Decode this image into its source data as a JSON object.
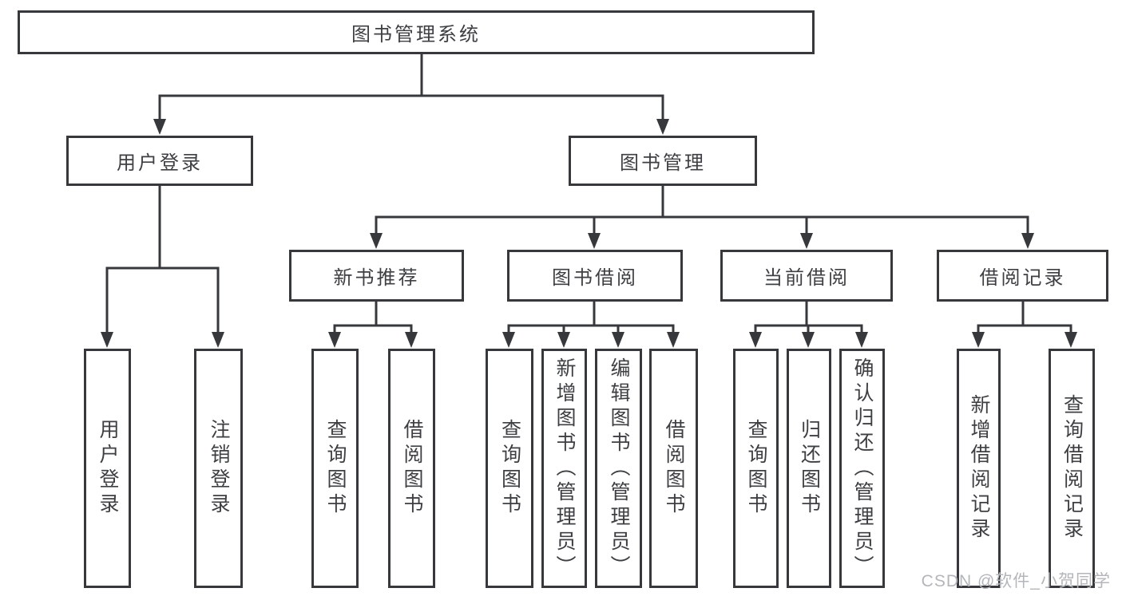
{
  "diagram": {
    "root": {
      "label": "图书管理系统"
    },
    "branches": [
      {
        "label": "用户登录",
        "children": [
          {
            "label": "用户登录"
          },
          {
            "label": "注销登录"
          }
        ]
      },
      {
        "label": "图书管理",
        "children": [
          {
            "label": "新书推荐",
            "children": [
              {
                "label": "查询图书"
              },
              {
                "label": "借阅图书"
              }
            ]
          },
          {
            "label": "图书借阅",
            "children": [
              {
                "label": "查询图书"
              },
              {
                "label": "新增图书（管理员）"
              },
              {
                "label": "编辑图书（管理员）"
              },
              {
                "label": "借阅图书"
              }
            ]
          },
          {
            "label": "当前借阅",
            "children": [
              {
                "label": "查询图书"
              },
              {
                "label": "归还图书"
              },
              {
                "label": "确认归还（管理员）"
              }
            ]
          },
          {
            "label": "借阅记录",
            "children": [
              {
                "label": "新增借阅记录"
              },
              {
                "label": "查询借阅记录"
              }
            ]
          }
        ]
      }
    ]
  },
  "watermark": {
    "text": "CSDN @软件_小贺同学"
  },
  "colors": {
    "line": "#37383b",
    "text": "#3d3f42",
    "watermark": "#b3b6ba",
    "background": "#ffffff"
  }
}
